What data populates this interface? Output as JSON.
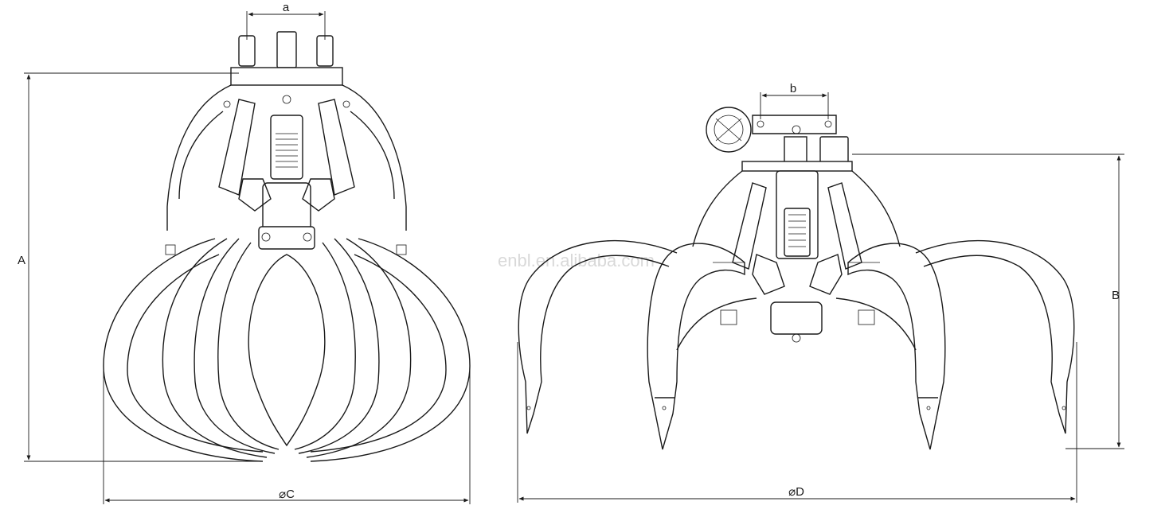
{
  "watermark": "enbl.en.alibaba.com",
  "left_view": {
    "dim_top": "a",
    "dim_height": "A",
    "dim_diameter": "⌀C"
  },
  "right_view": {
    "dim_top": "b",
    "dim_height": "B",
    "dim_diameter": "⌀D"
  },
  "colors": {
    "line": "#1a1a1a",
    "watermark": "#d9d9d9",
    "background": "#ffffff"
  }
}
